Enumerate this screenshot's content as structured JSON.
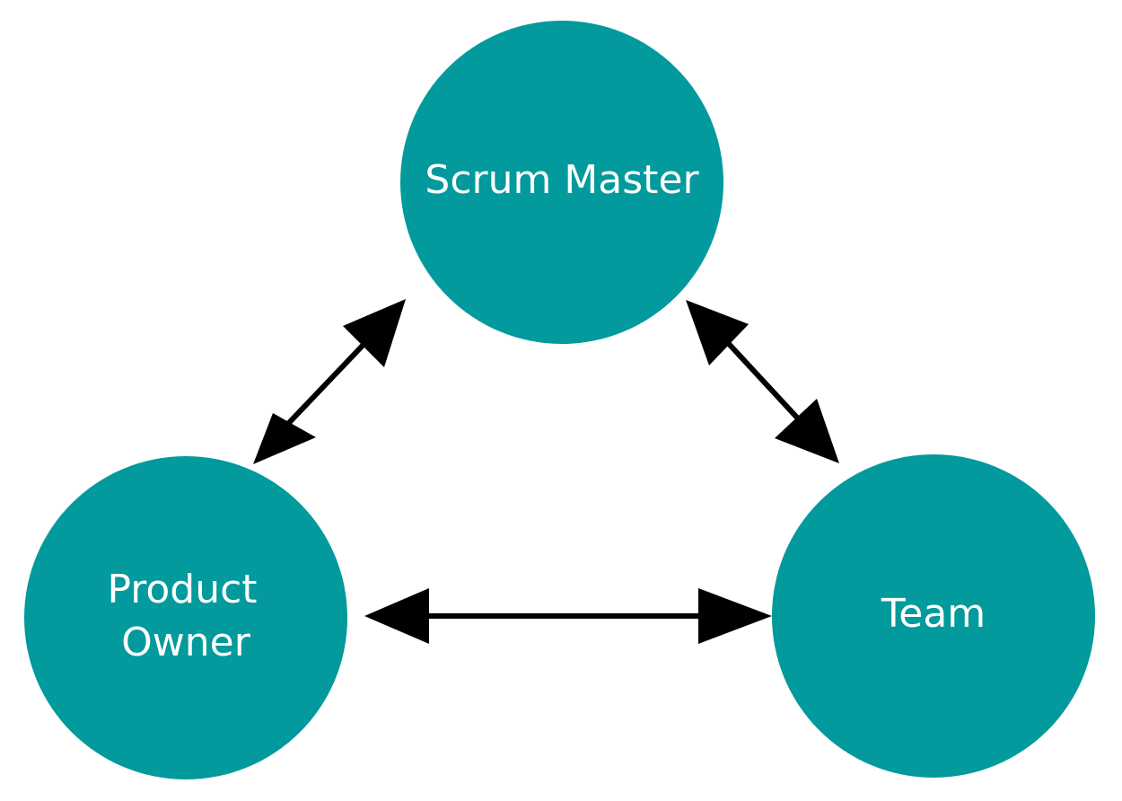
{
  "colors": {
    "node_fill": "#029a9c",
    "arrow": "#000000",
    "label": "#ffffff",
    "background": "#ffffff"
  },
  "nodes": {
    "scrum_master": {
      "label": "Scrum Master"
    },
    "product_owner": {
      "line1": "Product",
      "line2": "Owner"
    },
    "team": {
      "label": "Team"
    }
  },
  "connections": [
    {
      "from": "product_owner",
      "to": "scrum_master",
      "direction": "bidirectional"
    },
    {
      "from": "scrum_master",
      "to": "team",
      "direction": "bidirectional"
    },
    {
      "from": "product_owner",
      "to": "team",
      "direction": "bidirectional"
    }
  ]
}
